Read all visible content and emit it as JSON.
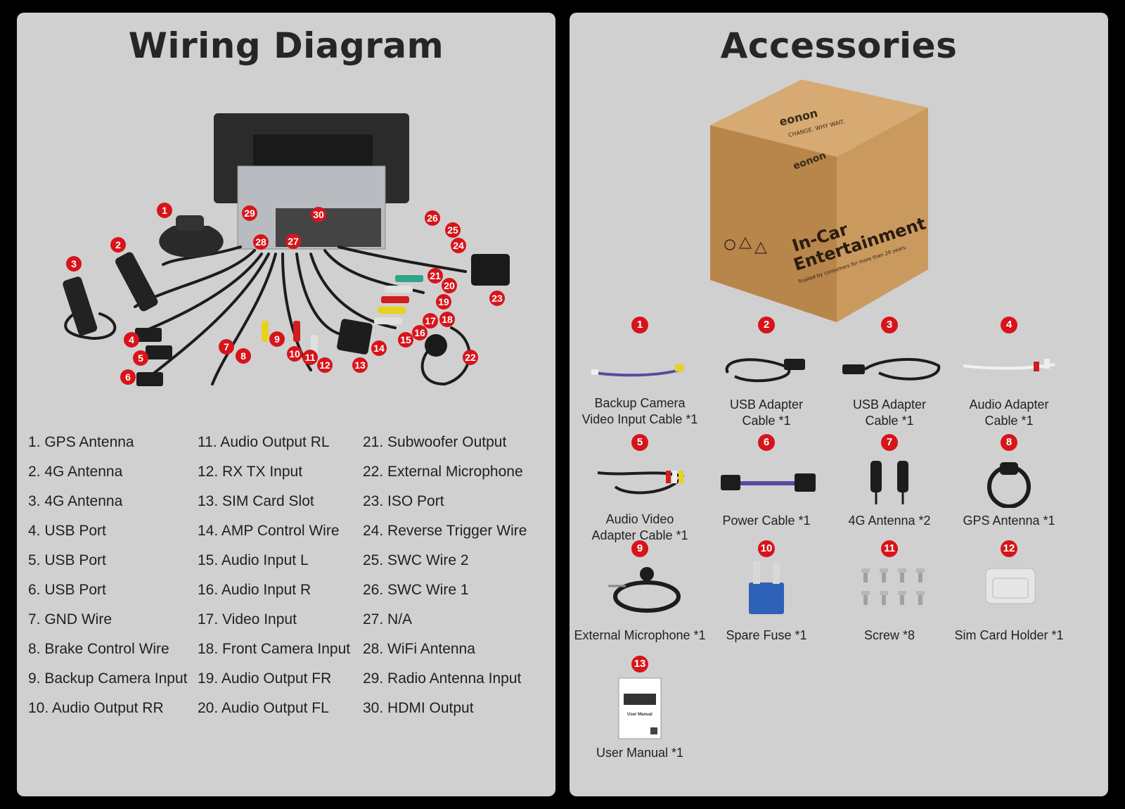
{
  "left_panel": {
    "title": "Wiring Diagram",
    "callout_numbers": [
      "1",
      "2",
      "3",
      "4",
      "5",
      "6",
      "7",
      "8",
      "9",
      "10",
      "11",
      "12",
      "13",
      "14",
      "15",
      "16",
      "17",
      "18",
      "19",
      "20",
      "21",
      "22",
      "23",
      "24",
      "25",
      "26",
      "27",
      "28",
      "29",
      "30"
    ],
    "legend": [
      [
        "1. GPS Antenna",
        "2. 4G Antenna",
        "3. 4G Antenna",
        "4. USB Port",
        "5. USB Port",
        "6. USB Port",
        "7. GND Wire",
        "8. Brake Control Wire",
        "9. Backup Camera Input",
        "10. Audio Output RR"
      ],
      [
        "11. Audio Output RL",
        "12. RX TX Input",
        "13. SIM Card Slot",
        "14. AMP Control Wire",
        "15. Audio Input L",
        "16. Audio Input R",
        "17. Video Input",
        "18. Front Camera Input",
        "19. Audio Output FR",
        "20. Audio Output FL"
      ],
      [
        "21. Subwoofer Output",
        "22. External Microphone",
        "23. ISO Port",
        "24. Reverse Trigger Wire",
        "25. SWC Wire 2",
        "26. SWC Wire 1",
        "27. N/A",
        "28. WiFi Antenna",
        "29. Radio Antenna Input",
        "30. HDMI Output"
      ]
    ]
  },
  "right_panel": {
    "title": "Accessories",
    "box": {
      "brand": "eonon",
      "slogan": "CHANGE. WHY WAIT.",
      "headline_line1": "In-Car",
      "headline_line2": "Entertainment",
      "tagline": "Trusted by consumers for more than 20 years."
    },
    "items": [
      {
        "num": "1",
        "label_line1": "Backup Camera",
        "label_line2": "Video Input Cable *1"
      },
      {
        "num": "2",
        "label_line1": "USB Adapter",
        "label_line2": "Cable *1"
      },
      {
        "num": "3",
        "label_line1": "USB Adapter",
        "label_line2": "Cable *1"
      },
      {
        "num": "4",
        "label_line1": "Audio Adapter",
        "label_line2": "Cable *1"
      },
      {
        "num": "5",
        "label_line1": "Audio Video",
        "label_line2": "Adapter Cable *1"
      },
      {
        "num": "6",
        "label_line1": "Power Cable *1",
        "label_line2": ""
      },
      {
        "num": "7",
        "label_line1": "4G Antenna *2",
        "label_line2": ""
      },
      {
        "num": "8",
        "label_line1": "GPS Antenna *1",
        "label_line2": ""
      },
      {
        "num": "9",
        "label_line1": "External Microphone *1",
        "label_line2": ""
      },
      {
        "num": "10",
        "label_line1": "Spare Fuse *1",
        "label_line2": ""
      },
      {
        "num": "11",
        "label_line1": "Screw *8",
        "label_line2": ""
      },
      {
        "num": "12",
        "label_line1": "Sim Card Holder *1",
        "label_line2": ""
      },
      {
        "num": "13",
        "label_line1": "User Manual *1",
        "label_line2": ""
      }
    ],
    "manual_cover_title": "User Manual"
  },
  "colors": {
    "badge_red": "#d7141a",
    "panel_gray": "#d0d0d0",
    "cardboard": "#c9995e",
    "background": "#000000"
  }
}
